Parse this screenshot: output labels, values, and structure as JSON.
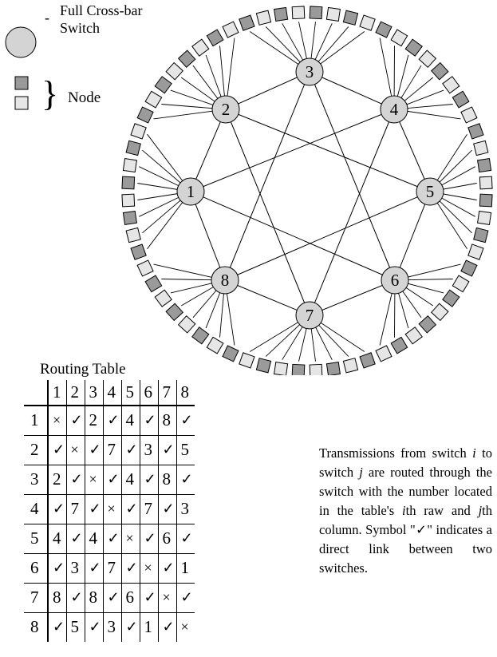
{
  "legend": {
    "switch_label": "Full Cross-bar Switch",
    "switch_dash": "-",
    "node_label": "Node"
  },
  "switches": [
    "1",
    "2",
    "3",
    "4",
    "5",
    "6",
    "7",
    "8"
  ],
  "colors": {
    "switch_fill": "#d4d4d4",
    "node_dark": "#9a9a9a",
    "node_light": "#e6e6e6",
    "line": "#000000"
  },
  "routing_table": {
    "title": "Routing Table",
    "columns": [
      "1",
      "2",
      "3",
      "4",
      "5",
      "6",
      "7",
      "8"
    ],
    "rows": [
      {
        "label": "1",
        "cells": [
          "×",
          "✓",
          "2",
          "✓",
          "4",
          "✓",
          "8",
          "✓"
        ]
      },
      {
        "label": "2",
        "cells": [
          "✓",
          "×",
          "✓",
          "7",
          "✓",
          "3",
          "✓",
          "5"
        ]
      },
      {
        "label": "3",
        "cells": [
          "2",
          "✓",
          "×",
          "✓",
          "4",
          "✓",
          "8",
          "✓"
        ]
      },
      {
        "label": "4",
        "cells": [
          "✓",
          "7",
          "✓",
          "×",
          "✓",
          "7",
          "✓",
          "3"
        ]
      },
      {
        "label": "5",
        "cells": [
          "4",
          "✓",
          "4",
          "✓",
          "×",
          "✓",
          "6",
          "✓"
        ]
      },
      {
        "label": "6",
        "cells": [
          "✓",
          "3",
          "✓",
          "7",
          "✓",
          "×",
          "✓",
          "1"
        ]
      },
      {
        "label": "7",
        "cells": [
          "8",
          "✓",
          "8",
          "✓",
          "6",
          "✓",
          "×",
          "✓"
        ]
      },
      {
        "label": "8",
        "cells": [
          "✓",
          "5",
          "✓",
          "3",
          "✓",
          "1",
          "✓",
          "×"
        ]
      }
    ]
  },
  "description": "Transmissions from switch i to switch j are routed through the switch with the number located in the table's ith raw and jth column. Symbol \"✓\" indicates a direct link between two switches."
}
